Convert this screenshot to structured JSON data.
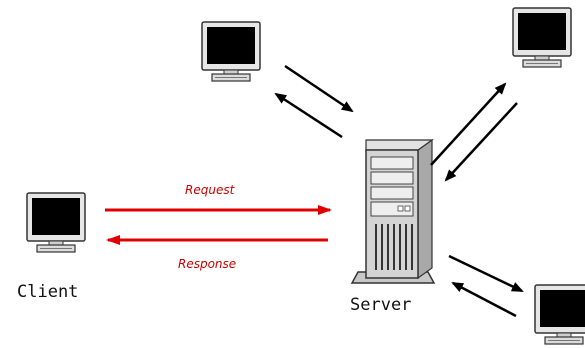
{
  "diagram": {
    "client_label": "Client",
    "server_label": "Server",
    "request_label": "Request",
    "response_label": "Response"
  },
  "colors": {
    "request_arrow": "#e00000",
    "response_arrow": "#e00000",
    "network_arrows": "#000000",
    "monitor_screen": "#000000",
    "monitor_bezel": "#e6e6e6",
    "server_body": "#d4d4d4"
  },
  "icons": {
    "client": "monitor-icon",
    "server": "server-tower-icon",
    "peers": "monitor-icon"
  }
}
